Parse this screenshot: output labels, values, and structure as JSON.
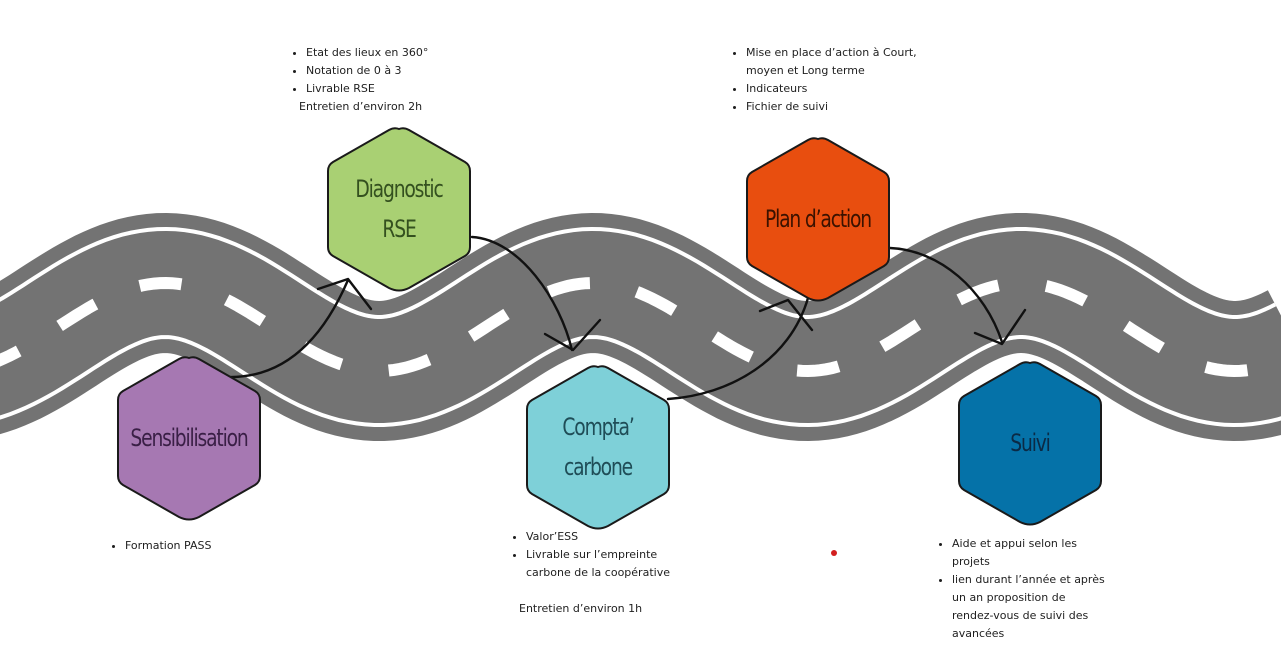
{
  "colors": {
    "road": "#737373",
    "road_line": "#ffffff",
    "arrow": "#111111",
    "outline": "#1a1a1a",
    "marker_dot": "#d21f1f"
  },
  "steps": [
    {
      "id": "sensibilisation",
      "label": "Sensibilisation",
      "fill": "#a678b2",
      "text_color": "#3a1f46"
    },
    {
      "id": "diagnostic",
      "label": "Diagnostic\nRSE",
      "fill": "#a9d073",
      "text_color": "#34501f"
    },
    {
      "id": "compta-carbone",
      "label": "Compta’\ncarbone",
      "fill": "#7ed0d8",
      "text_color": "#1f4d57"
    },
    {
      "id": "plan-action",
      "label": "Plan d’action",
      "fill": "#e84e0f",
      "text_color": "#3b1200"
    },
    {
      "id": "suivi",
      "label": "Suivi",
      "fill": "#0572a8",
      "text_color": "#0b2a45"
    }
  ],
  "notes": {
    "sensibilisation": {
      "bullets": [
        "Formation PASS"
      ]
    },
    "diagnostic": {
      "bullets": [
        "Etat des lieux en 360°",
        "Notation de 0 à 3",
        "Livrable RSE"
      ],
      "footer": "Entretien d’environ 2h"
    },
    "compta_carbone": {
      "bullets": [
        "Valor’ESS",
        "Livrable sur l’empreinte carbone de la coopérative"
      ],
      "footer": "Entretien d’environ 1h"
    },
    "plan_action": {
      "bullets": [
        "Mise en place d’action à Court, moyen et Long terme",
        "Indicateurs",
        "Fichier de suivi"
      ]
    },
    "suivi": {
      "bullets": [
        "Aide et appui selon les projets",
        "lien durant l’année et après un an proposition de rendez-vous de suivi des avancées"
      ]
    }
  }
}
